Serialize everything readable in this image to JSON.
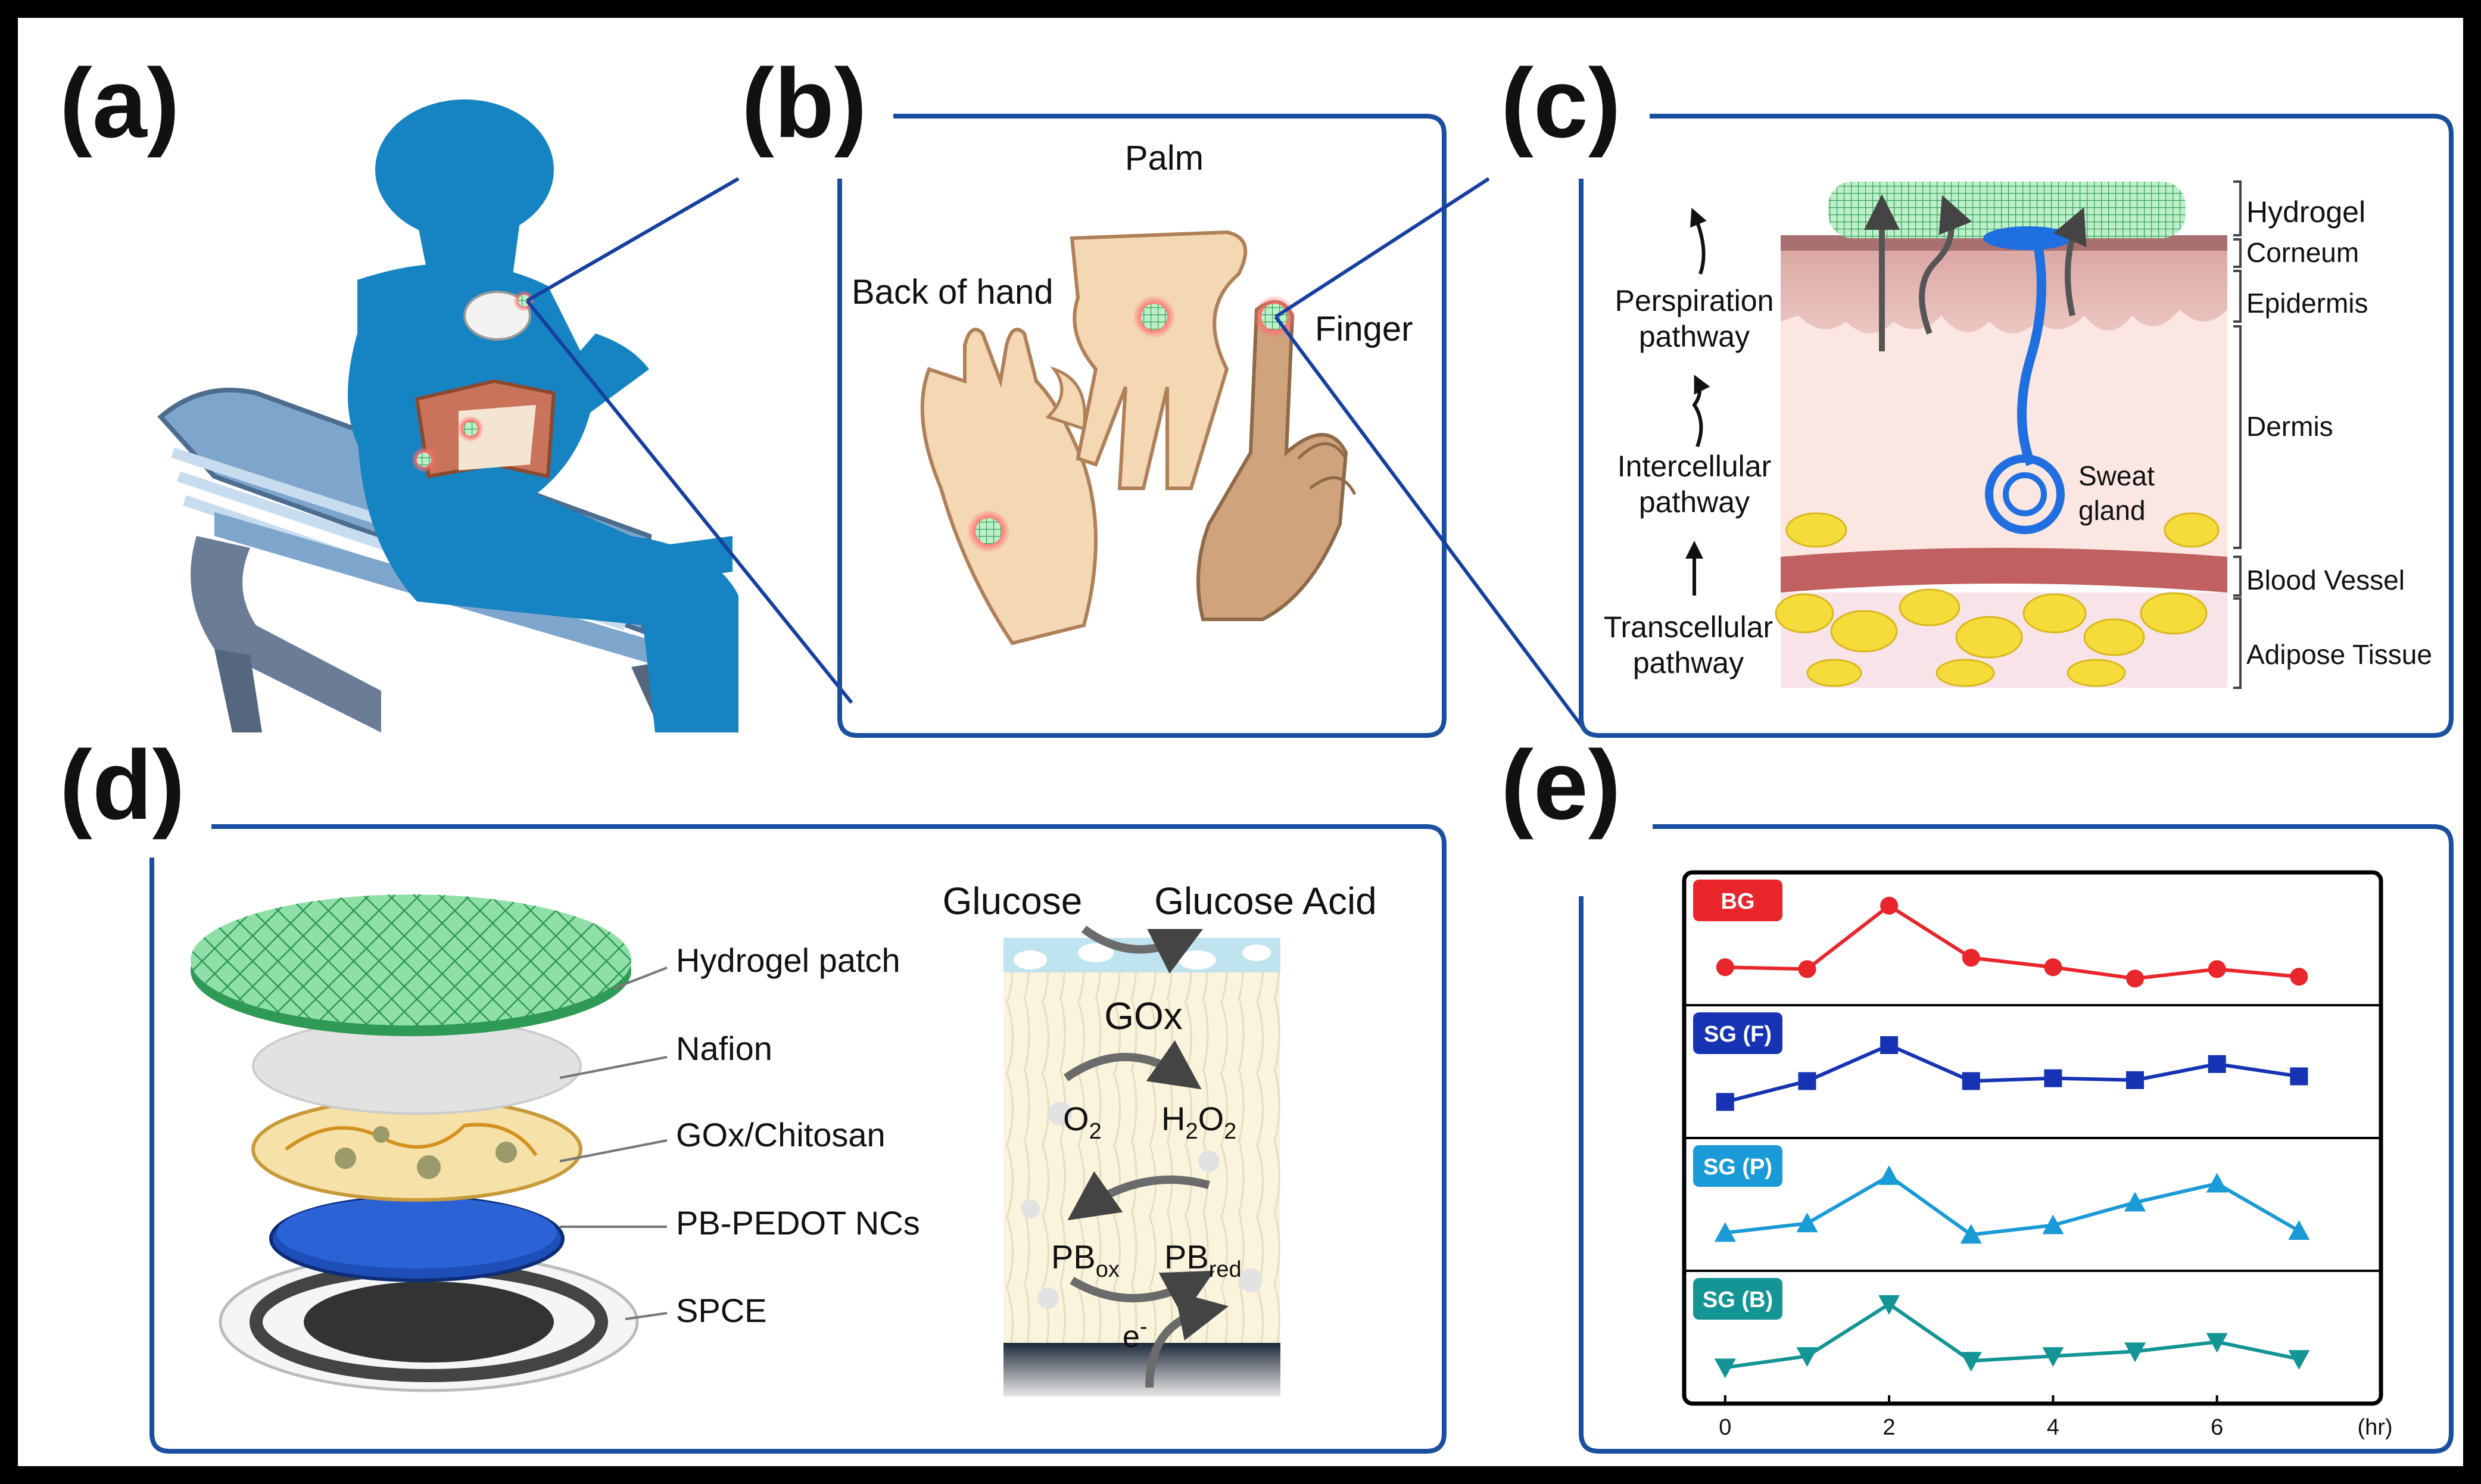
{
  "panels": {
    "a": "(a)",
    "b": "(b)",
    "c": "(c)",
    "d": "(d)",
    "e": "(e)"
  },
  "panel_b": {
    "palm": "Palm",
    "back_of_hand": "Back of hand",
    "finger": "Finger"
  },
  "panel_c": {
    "pathways": {
      "perspiration_1": "Perspiration",
      "perspiration_2": "pathway",
      "intercellular_1": "Intercellular",
      "intercellular_2": "pathway",
      "transcellular_1": "Transcellular",
      "transcellular_2": "pathway"
    },
    "layers": {
      "hydrogel": "Hydrogel",
      "corneum": "Corneum",
      "epidermis": "Epidermis",
      "dermis": "Dermis",
      "blood_vessel": "Blood Vessel",
      "adipose": "Adipose Tissue"
    },
    "sweat_1": "Sweat",
    "sweat_2": "gland"
  },
  "panel_d": {
    "layers": {
      "hydrogel_patch": "Hydrogel patch",
      "nafion": "Nafion",
      "gox_chitosan": "GOx/Chitosan",
      "pb_pedot": "PB-PEDOT NCs",
      "spce": "SPCE"
    },
    "reaction": {
      "glucose": "Glucose",
      "glucose_acid": "Glucose Acid",
      "gox": "GOx",
      "o2_base": "O",
      "o2_sub": "2",
      "h2o2_a": "H",
      "h2o2_sub1": "2",
      "h2o2_b": "O",
      "h2o2_sub2": "2",
      "pbox_base": "PB",
      "pbox_sub": "ox",
      "pbred_base": "PB",
      "pbred_sub": "red",
      "e_base": "e",
      "e_sup": "-"
    }
  },
  "chart_data": {
    "type": "line",
    "x_unit": "(hr)",
    "x_ticks": [
      0,
      2,
      4,
      6
    ],
    "xlim": [
      -0.5,
      8
    ],
    "x": [
      0,
      1,
      2,
      3,
      4,
      5,
      6,
      7
    ],
    "series": [
      {
        "name": "BG",
        "color": "#e8262b",
        "marker": "circle",
        "values": [
          0.2,
          0.18,
          0.85,
          0.3,
          0.2,
          0.08,
          0.18,
          0.1
        ]
      },
      {
        "name": "SG (F)",
        "color": "#1533b3",
        "marker": "square",
        "values": [
          0.18,
          0.4,
          0.78,
          0.4,
          0.43,
          0.41,
          0.58,
          0.45
        ]
      },
      {
        "name": "SG (P)",
        "color": "#1a9ad6",
        "marker": "triangle-up",
        "values": [
          0.2,
          0.3,
          0.8,
          0.18,
          0.28,
          0.52,
          0.72,
          0.22
        ]
      },
      {
        "name": "SG (B)",
        "color": "#149494",
        "marker": "triangle-down",
        "values": [
          0.18,
          0.3,
          0.85,
          0.25,
          0.3,
          0.35,
          0.45,
          0.27
        ]
      }
    ]
  }
}
